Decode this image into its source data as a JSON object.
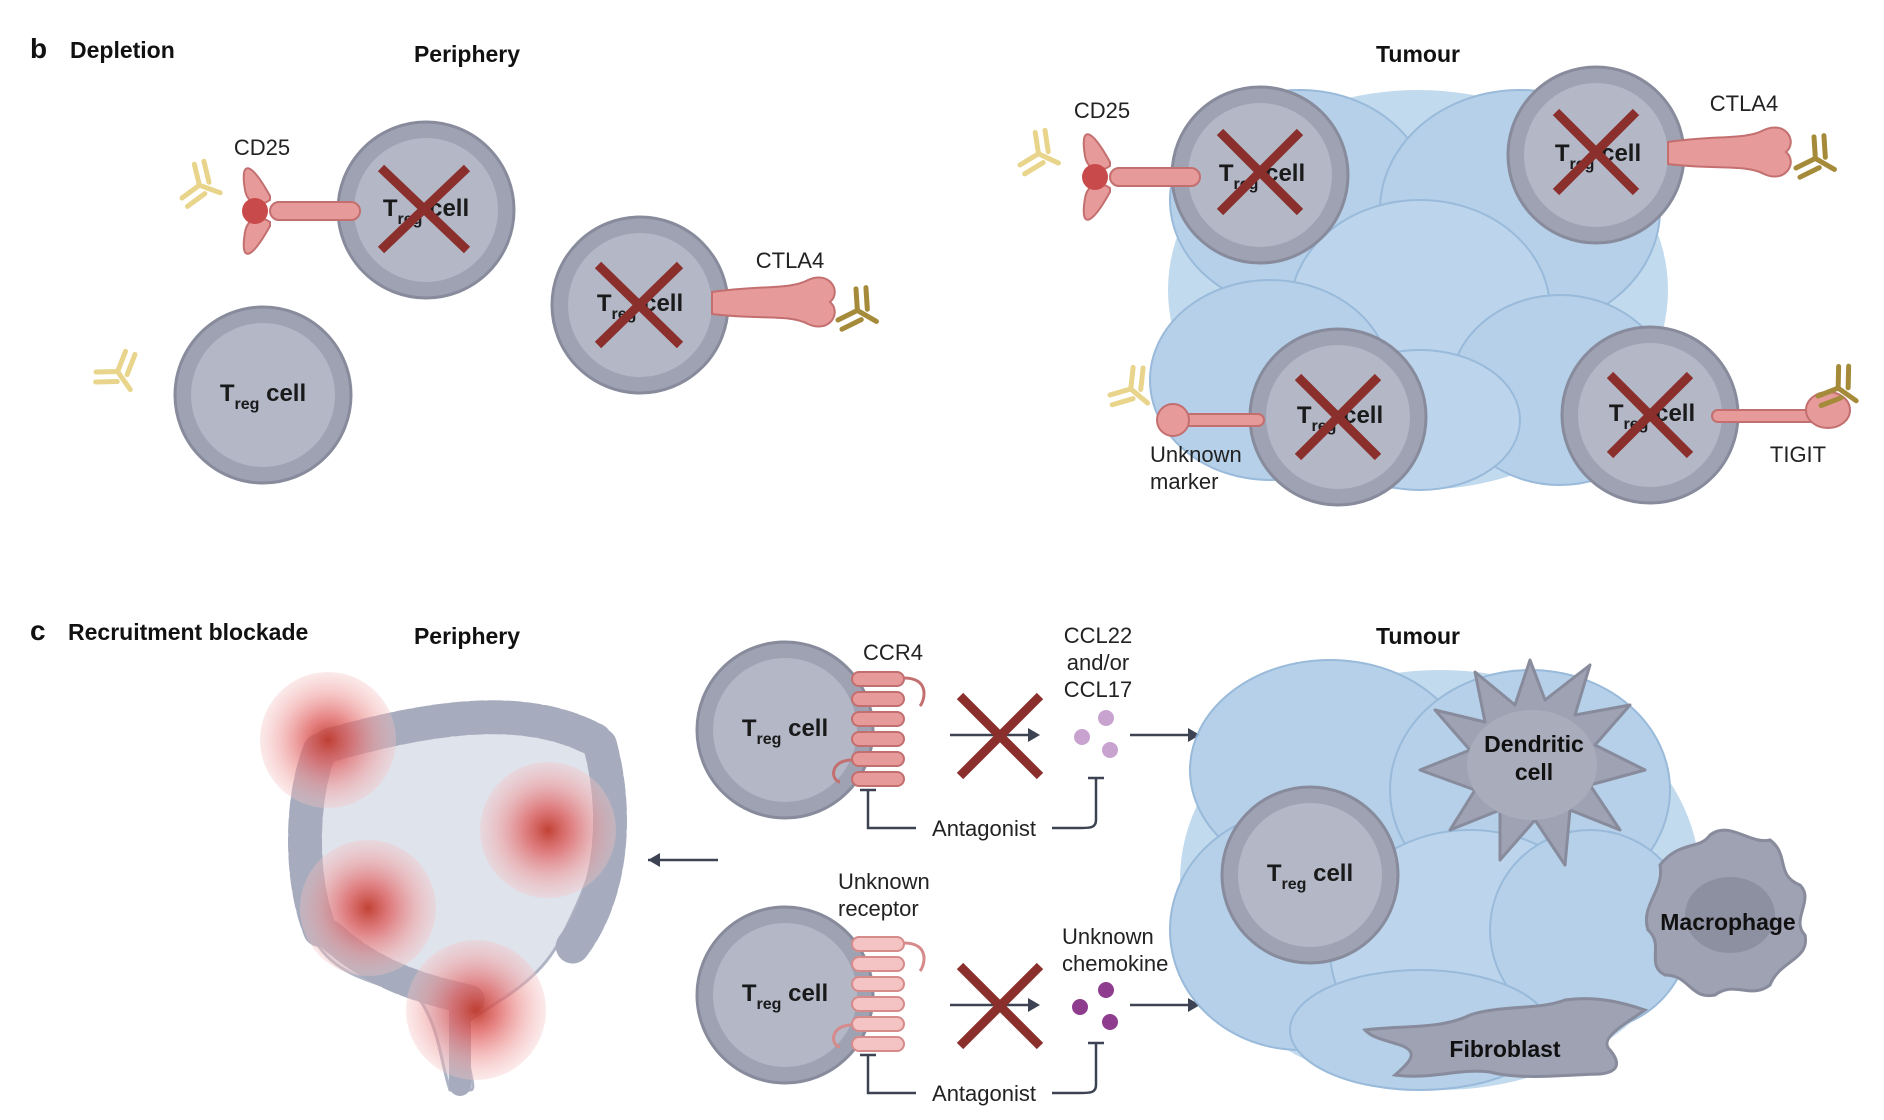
{
  "panel_b": {
    "letter": "b",
    "title": "Depletion",
    "periphery_header": "Periphery",
    "tumour_header": "Tumour",
    "labels": {
      "cd25_left": "CD25",
      "ctla4_left": "CTLA4",
      "cd25_right": "CD25",
      "ctla4_right": "CTLA4",
      "unknown_marker_1": "Unknown",
      "unknown_marker_2": "marker",
      "tigit": "TIGIT"
    }
  },
  "panel_c": {
    "letter": "c",
    "title": "Recruitment blockade",
    "periphery_header": "Periphery",
    "tumour_header": "Tumour",
    "labels": {
      "ccr4": "CCR4",
      "ccl_1": "CCL22",
      "ccl_2": "and/or",
      "ccl_3": "CCL17",
      "antagonist_top": "Antagonist",
      "unknown_receptor_1": "Unknown",
      "unknown_receptor_2": "receptor",
      "unknown_chemokine_1": "Unknown",
      "unknown_chemokine_2": "chemokine",
      "antagonist_bottom": "Antagonist",
      "dendritic_1": "Dendritic",
      "dendritic_2": "cell",
      "macrophage": "Macrophage",
      "fibroblast": "Fibroblast"
    }
  },
  "cell_label": {
    "main": "T",
    "sub": "reg",
    "suffix": " cell"
  },
  "colors": {
    "cell": "#9ea2b3",
    "tumour": "#b8d3ea",
    "receptor": "#e69a9a",
    "cross": "#8a2f2b",
    "antibody_light": "#e8d48a",
    "antibody_dark": "#a58a3a",
    "inflammation": "#d64a4a"
  }
}
